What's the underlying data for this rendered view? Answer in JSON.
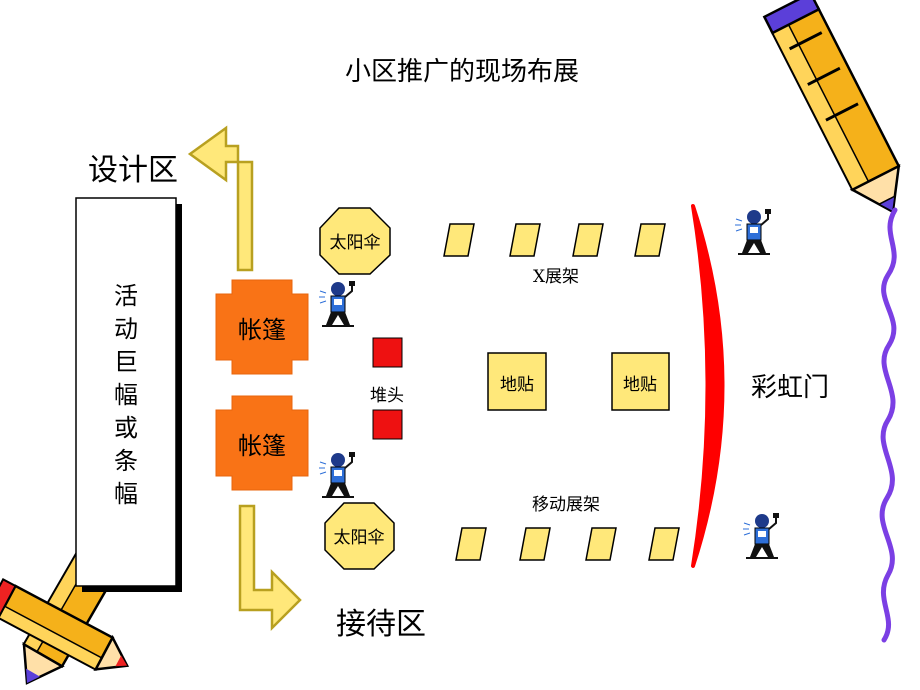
{
  "title": "小区推广的现场布展",
  "design_zone": "设计区",
  "reception_zone": "接待区",
  "banner": [
    "活",
    "动",
    "巨",
    "幅",
    "或",
    "条",
    "幅"
  ],
  "tent": "帐篷",
  "umbrella": "太阳伞",
  "pile_head": "堆头",
  "floor_sticker": "地贴",
  "x_stand": "X展架",
  "mobile_stand": "移动展架",
  "rainbow_gate": "彩虹门",
  "colors": {
    "yellow_fill": "#FFE87A",
    "tent_orange": "#F97316",
    "pile_red": "#EE1111",
    "gate_red": "#FF0000",
    "squiggle": "#7B3FE4",
    "arrow_outline": "#B8A020"
  },
  "icons": [
    "pencil-icon",
    "staff-figure-icon"
  ]
}
